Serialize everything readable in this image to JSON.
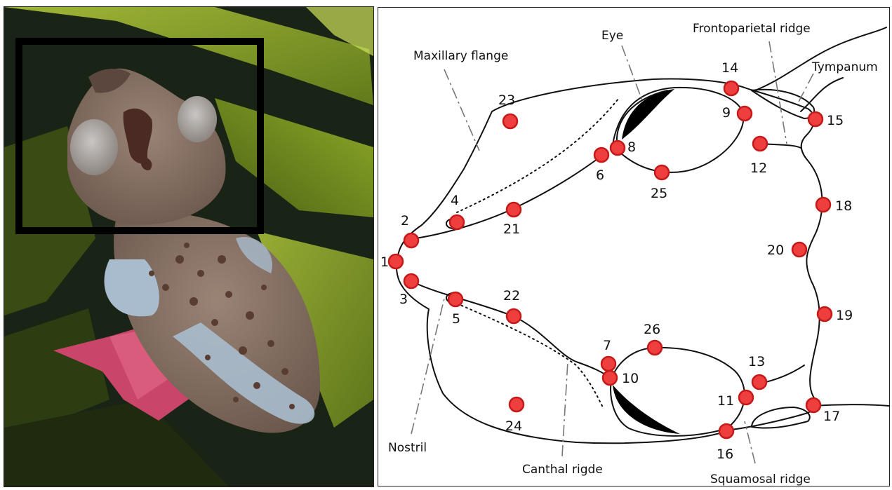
{
  "figure": {
    "photo": {
      "subject": "frog-photo",
      "colors": {
        "background": "#1a2416",
        "leaf": "#9dbb2a",
        "skin": "#8c7466",
        "limb": "#a8bccd",
        "bract": "#c9456a",
        "frame": "#000000"
      }
    },
    "diagram": {
      "labels": {
        "maxillary_flange": "Maxillary flange",
        "eye": "Eye",
        "frontoparietal_ridge": "Frontoparietal ridge",
        "tympanum": "Tympanum",
        "nostril": "Nostril",
        "canthal_ridge": "Canthal rigde",
        "squamosal_ridge": "Squamosal ridge"
      },
      "landmarks": [
        {
          "id": "1",
          "label": "1"
        },
        {
          "id": "2",
          "label": "2"
        },
        {
          "id": "3",
          "label": "3"
        },
        {
          "id": "4",
          "label": "4"
        },
        {
          "id": "5",
          "label": "5"
        },
        {
          "id": "6",
          "label": "6"
        },
        {
          "id": "7",
          "label": "7"
        },
        {
          "id": "8",
          "label": "8"
        },
        {
          "id": "9",
          "label": "9"
        },
        {
          "id": "10",
          "label": "10"
        },
        {
          "id": "11",
          "label": "11"
        },
        {
          "id": "12",
          "label": "12"
        },
        {
          "id": "13",
          "label": "13"
        },
        {
          "id": "14",
          "label": "14"
        },
        {
          "id": "15",
          "label": "15"
        },
        {
          "id": "16",
          "label": "16"
        },
        {
          "id": "17",
          "label": "17"
        },
        {
          "id": "18",
          "label": "18"
        },
        {
          "id": "19",
          "label": "19"
        },
        {
          "id": "20",
          "label": "20"
        },
        {
          "id": "21",
          "label": "21"
        },
        {
          "id": "22",
          "label": "22"
        },
        {
          "id": "23",
          "label": "23"
        },
        {
          "id": "24",
          "label": "24"
        },
        {
          "id": "25",
          "label": "25"
        },
        {
          "id": "26",
          "label": "26"
        }
      ],
      "colors": {
        "landmark_fill": "#ef3e3e",
        "landmark_stroke": "#c41a1a",
        "outline": "#111111",
        "leader": "#777777"
      }
    }
  }
}
